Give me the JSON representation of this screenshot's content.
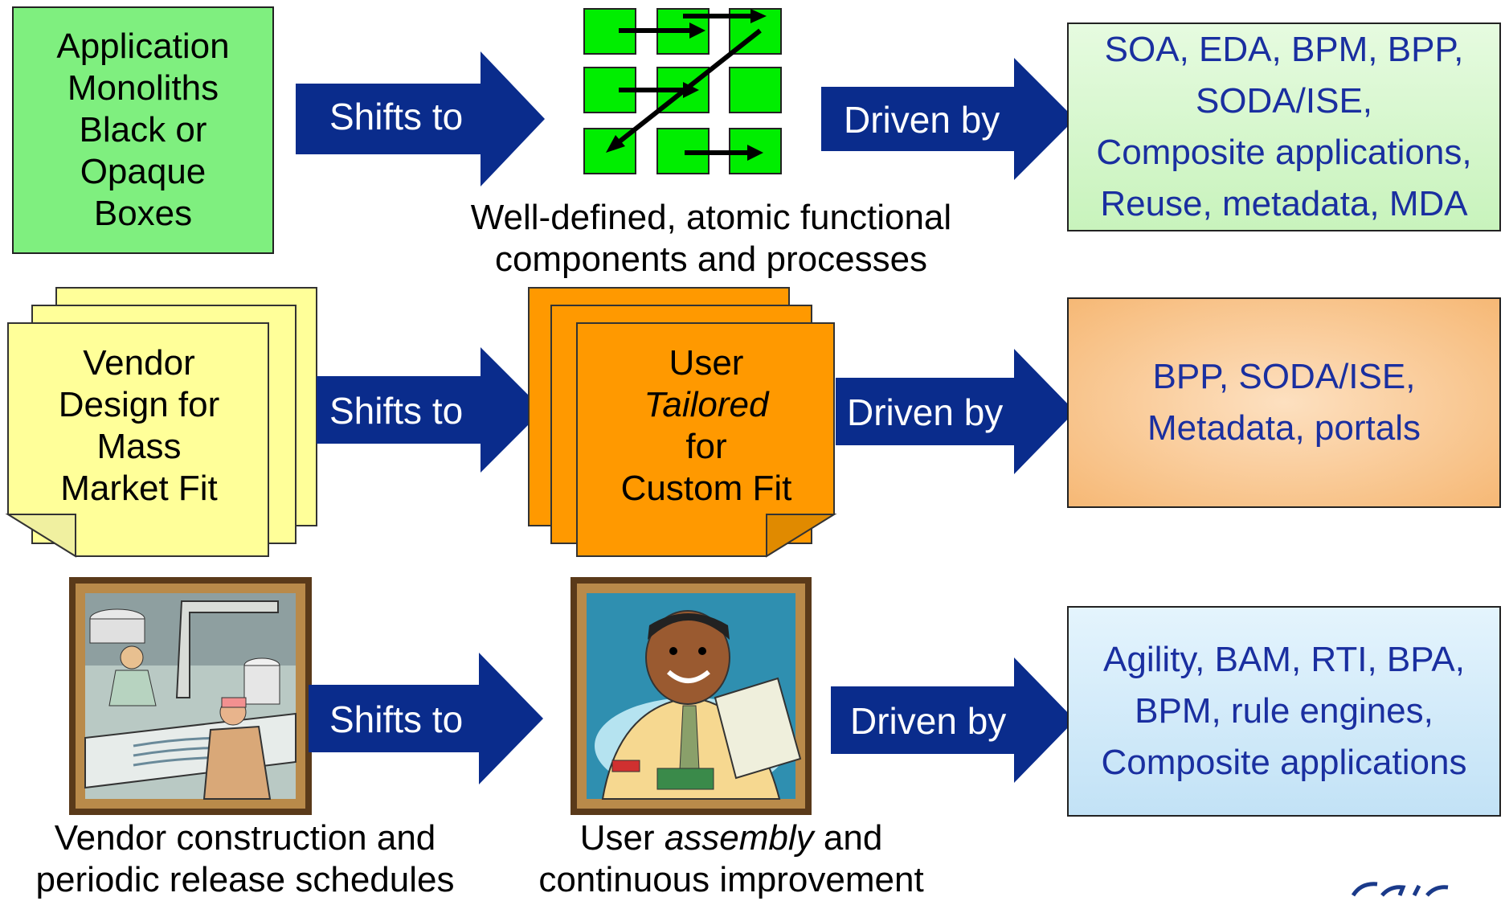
{
  "rows": [
    {
      "source_lines": [
        "Application",
        "Monoliths",
        "Black or",
        "Opaque",
        "Boxes"
      ],
      "arrow1": "Shifts to",
      "target_caption_lines": [
        "Well-defined, atomic functional",
        "components and processes"
      ],
      "arrow2": "Driven by",
      "drivers_lines": [
        "SOA, EDA, BPM, BPP,",
        "SODA/ISE,",
        "Composite applications,",
        "Reuse, metadata, MDA"
      ]
    },
    {
      "source_lines": [
        "Vendor",
        "Design for",
        "Mass",
        "Market Fit"
      ],
      "arrow1": "Shifts to",
      "target": {
        "line1": "User",
        "line2_italic": "Tailored",
        "line3": "for",
        "line4": "Custom Fit"
      },
      "arrow2": "Driven by",
      "drivers_lines": [
        "BPP, SODA/ISE,",
        "Metadata, portals"
      ]
    },
    {
      "source_caption_lines": [
        "Vendor construction and",
        "periodic release schedules"
      ],
      "arrow1": "Shifts to",
      "target_caption": {
        "prefix": "User ",
        "italic": "assembly",
        "suffix": " and",
        "line2": "continuous improvement"
      },
      "arrow2": "Driven by",
      "drivers_lines": [
        "Agility, BAM, RTI, BPA,",
        "BPM, rule engines,",
        "Composite applications"
      ]
    }
  ],
  "colors": {
    "arrow": "#0a2c8c",
    "green_box": "#7fef7f",
    "yellow_note": "#ffff99",
    "orange_note": "#ff9900",
    "driver_green": "#d8f7d0",
    "driver_orange": "#f8c58a",
    "driver_blue": "#cfe9fb",
    "driver_text": "#1a2fa0"
  },
  "icons": {
    "component_grid": "component-grid-icon",
    "factory_clipart": "factory-workers-clipart",
    "assembly_clipart": "user-assembly-clipart",
    "logo": "logo-fragment"
  }
}
